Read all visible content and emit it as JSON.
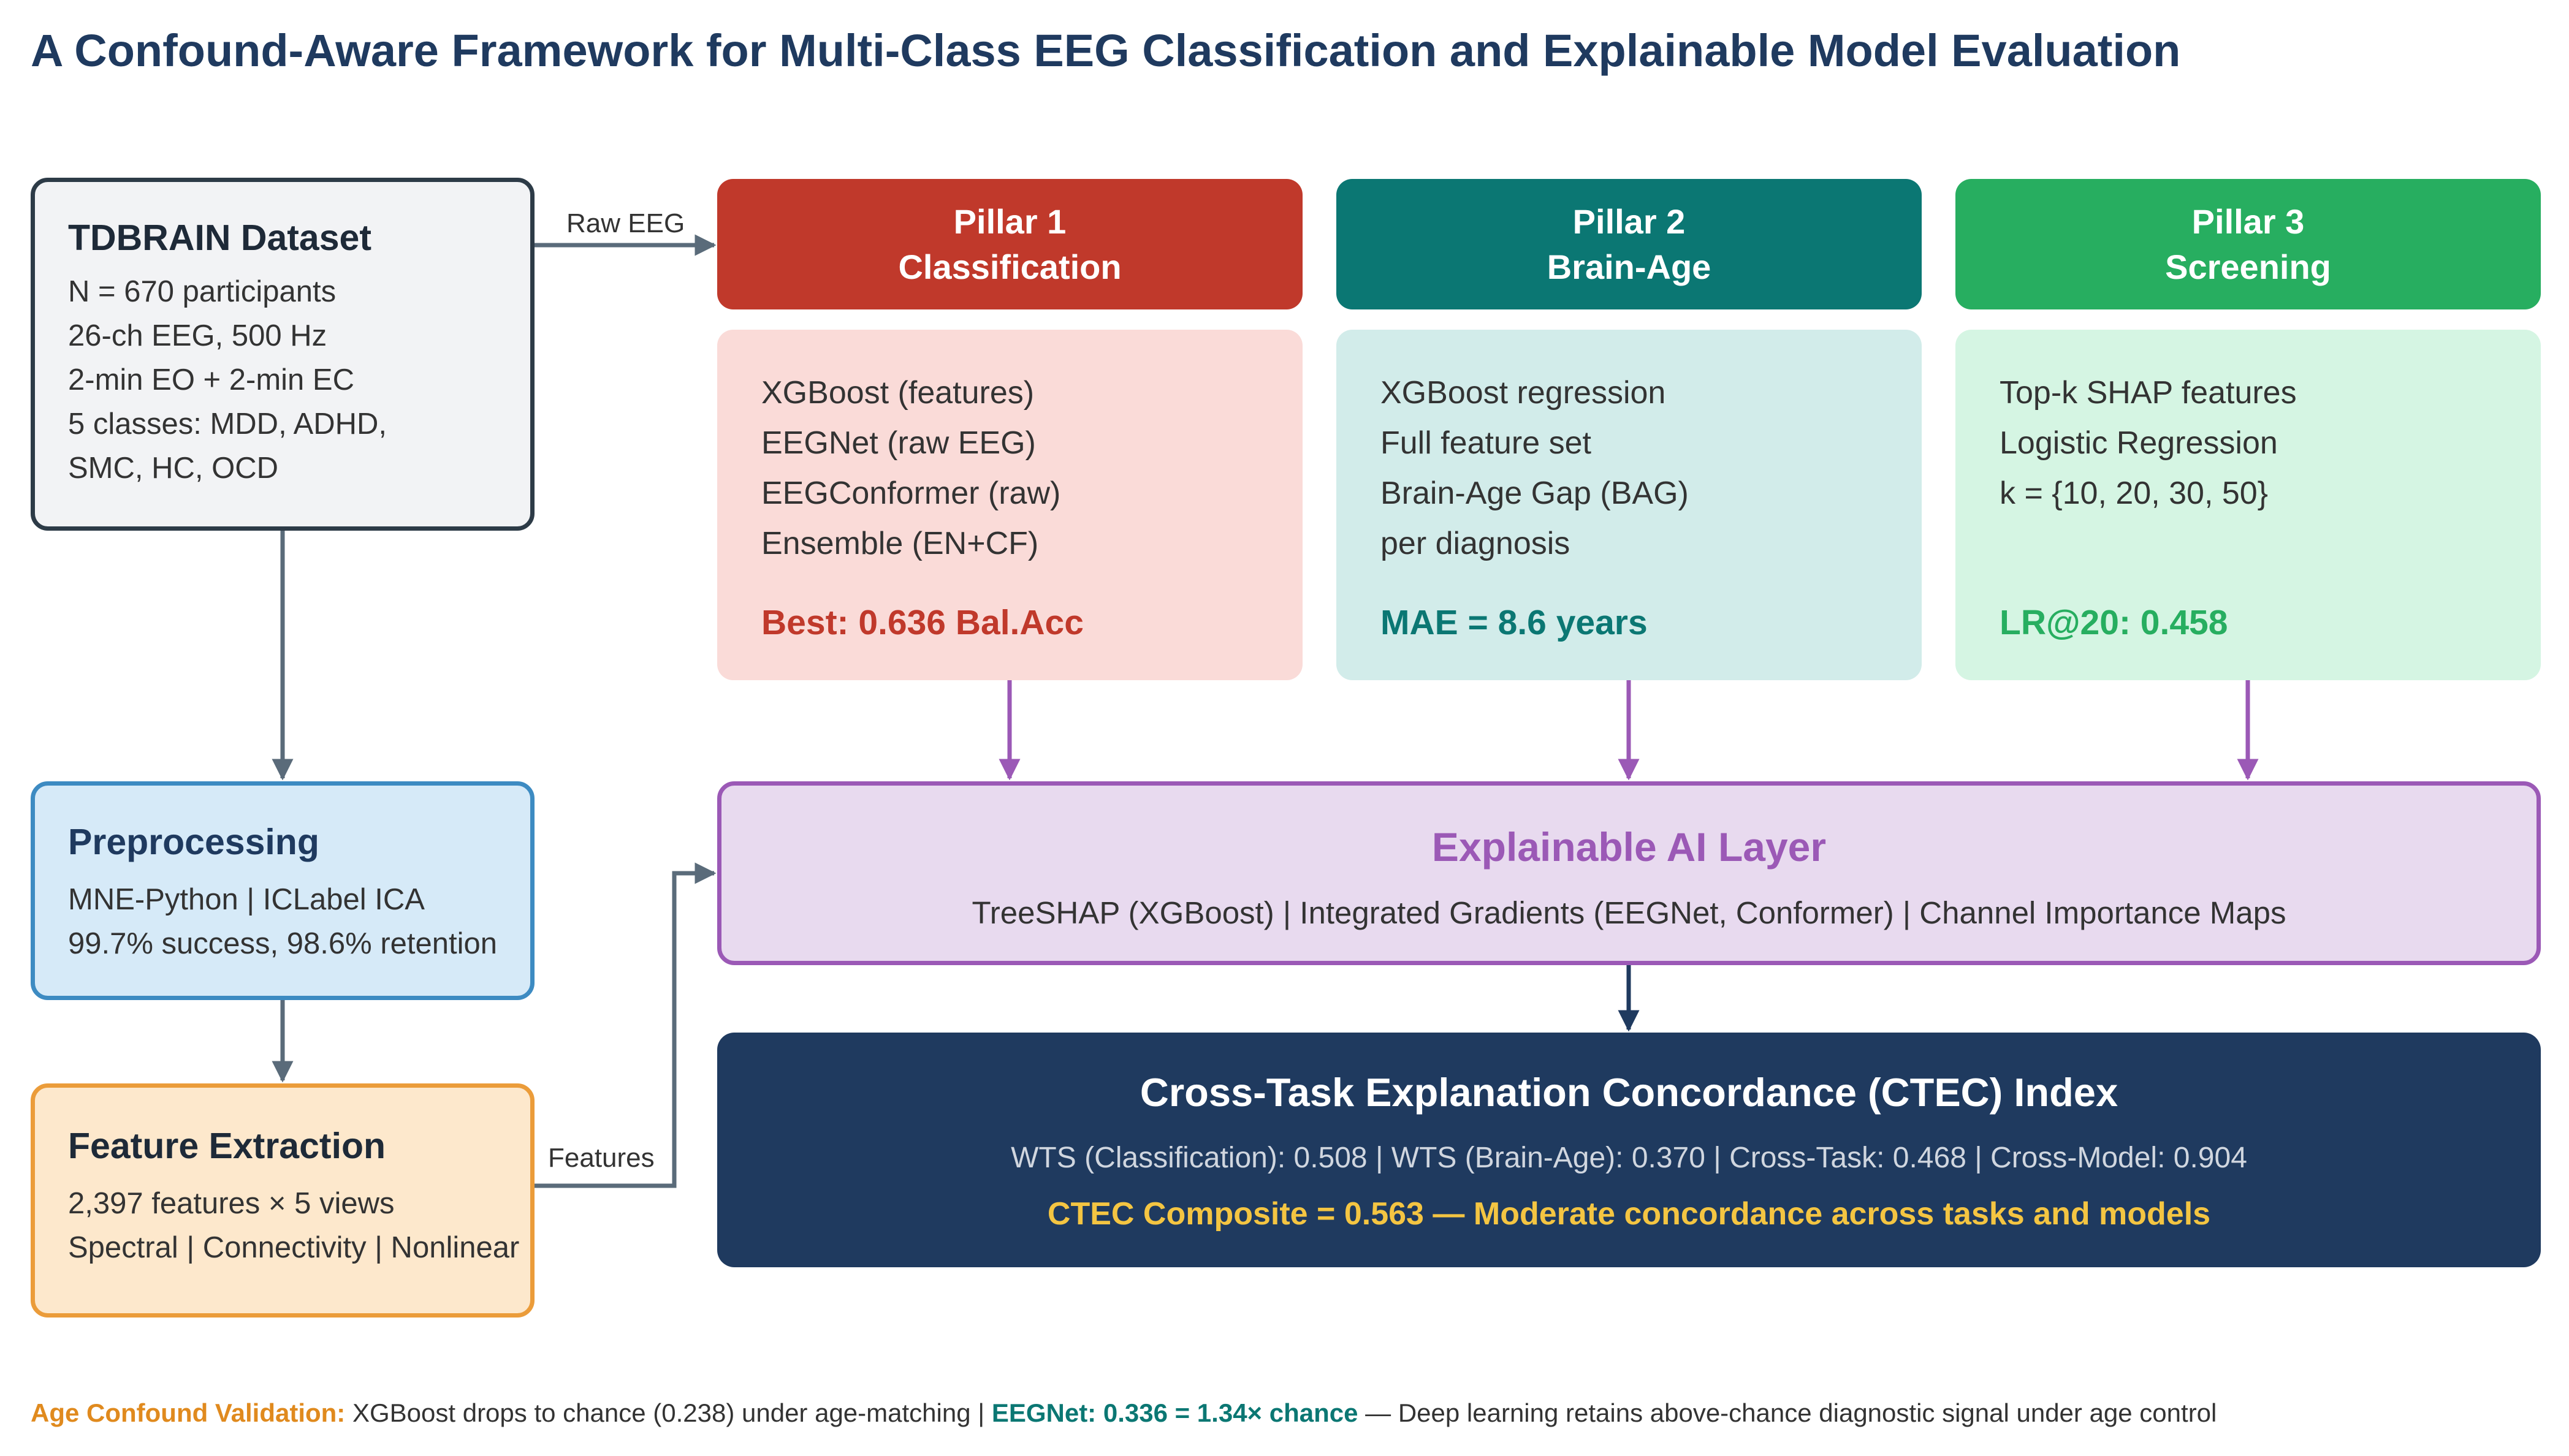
{
  "title": "A Confound-Aware Framework for Multi-Class EEG Classification and Explainable Model Evaluation",
  "dataset": {
    "heading": "TDBRAIN Dataset",
    "lines": [
      "N = 670 participants",
      "26-ch EEG, 500 Hz",
      "2-min EO + 2-min EC",
      "5 classes: MDD, ADHD,",
      "SMC, HC, OCD"
    ]
  },
  "preprocessing": {
    "heading": "Preprocessing",
    "lines": [
      "MNE-Python | ICLabel ICA",
      "99.7% success, 98.6% retention"
    ]
  },
  "features": {
    "heading": "Feature Extraction",
    "lines": [
      "2,397 features × 5 views",
      "Spectral | Connectivity | Nonlinear"
    ]
  },
  "edge_labels": {
    "raw_eeg": "Raw EEG",
    "features": "Features"
  },
  "pillars": [
    {
      "title_line1": "Pillar 1",
      "title_line2": "Classification",
      "items": [
        "XGBoost (features)",
        "EEGNet (raw EEG)",
        "EEGConformer (raw)",
        "Ensemble (EN+CF)"
      ],
      "metric": "Best: 0.636 Bal.Acc"
    },
    {
      "title_line1": "Pillar 2",
      "title_line2": "Brain-Age",
      "items": [
        "XGBoost regression",
        "Full feature set",
        "Brain-Age Gap (BAG)",
        "per diagnosis"
      ],
      "metric": "MAE = 8.6 years"
    },
    {
      "title_line1": "Pillar 3",
      "title_line2": "Screening",
      "items": [
        "Top-k SHAP features",
        "Logistic Regression",
        "k = {10, 20, 30, 50}"
      ],
      "metric": "LR@20: 0.458"
    }
  ],
  "xai": {
    "heading": "Explainable AI Layer",
    "text": "TreeSHAP (XGBoost) | Integrated Gradients (EEGNet, Conformer) | Channel Importance Maps"
  },
  "ctec": {
    "heading": "Cross-Task Explanation Concordance (CTEC) Index",
    "metrics": "WTS (Classification): 0.508 | WTS (Brain-Age): 0.370 | Cross-Task: 0.468 | Cross-Model: 0.904",
    "composite": "CTEC Composite = 0.563 — Moderate concordance across tasks and models"
  },
  "footer": {
    "label": "Age Confound Validation:",
    "part1": " XGBoost drops to chance (0.238) under age-matching | ",
    "highlight": "EEGNet: 0.336 = 1.34× chance",
    "part2": " — Deep learning retains above-chance diagnostic signal under age control"
  },
  "colors": {
    "navy": "#1f3a5f",
    "pillar1": "#c0392b",
    "pillar2": "#0b7773",
    "pillar3": "#27ae60",
    "xai": "#9b59b6",
    "gray_arrow": "#5a6b7a",
    "gold": "#f4c542",
    "orange": "#e08a1e"
  }
}
